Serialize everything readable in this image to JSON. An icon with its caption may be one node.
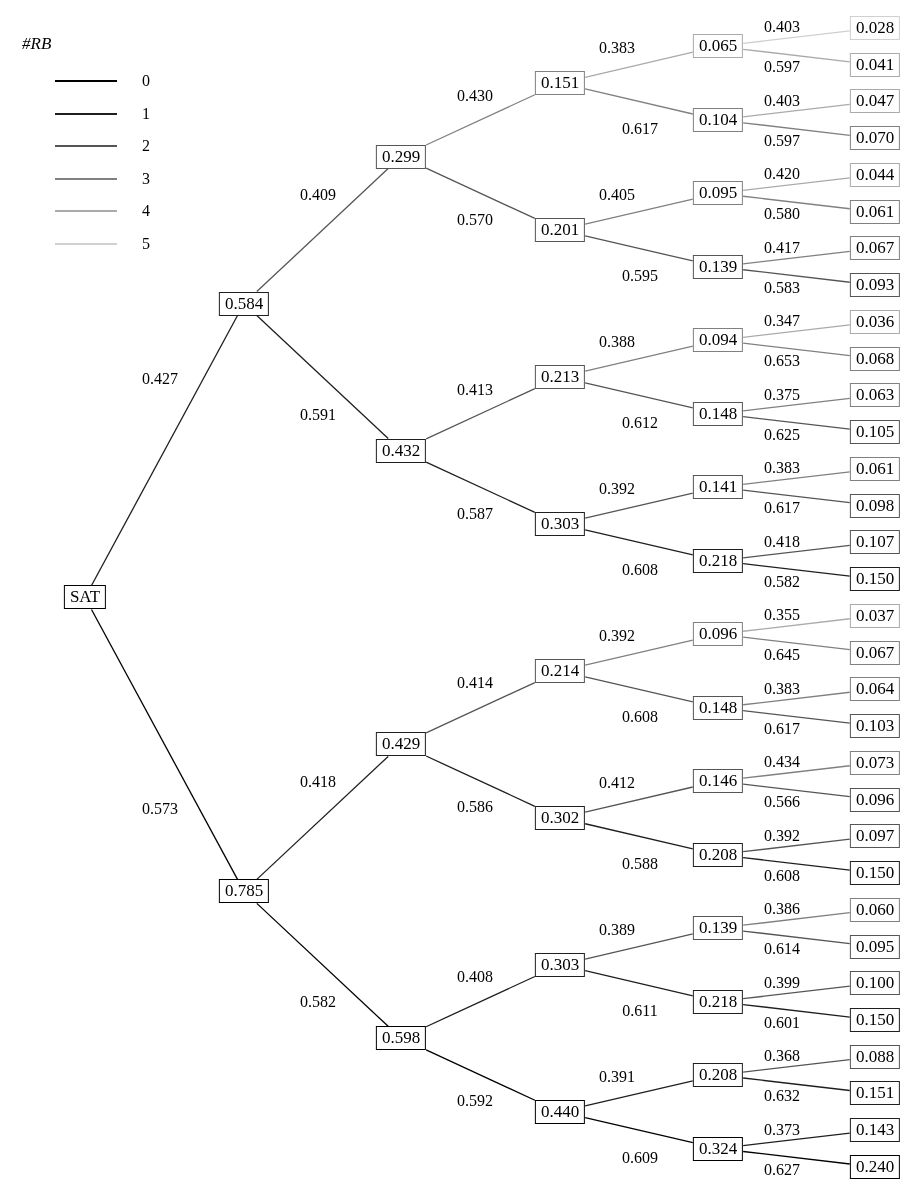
{
  "diagram": {
    "nodes": [
      {
        "text": [
          "SAT"
        ]
      },
      {
        "text": [
          "0.584"
        ]
      },
      {
        "text": [
          "0.785"
        ]
      },
      {
        "text": [
          "0.299"
        ]
      },
      {
        "text": [
          "0.432"
        ]
      },
      {
        "text": [
          "0.429"
        ]
      },
      {
        "text": [
          "0.598"
        ]
      },
      {
        "text": [
          "0.151"
        ]
      },
      {
        "text": [
          "0.201"
        ]
      },
      {
        "text": [
          "0.213"
        ]
      },
      {
        "text": [
          "0.303"
        ]
      },
      {
        "text": [
          "0.214"
        ]
      },
      {
        "text": [
          "0.302"
        ]
      },
      {
        "text": [
          "0.303"
        ]
      },
      {
        "text": [
          "0.440"
        ]
      },
      {
        "text": [
          "0.065"
        ]
      },
      {
        "text": [
          "0.104"
        ]
      },
      {
        "text": [
          "0.095"
        ]
      },
      {
        "text": [
          "0.139"
        ]
      },
      {
        "text": [
          "0.094"
        ]
      },
      {
        "text": [
          "0.148"
        ]
      },
      {
        "text": [
          "0.141"
        ]
      },
      {
        "text": [
          "0.218"
        ]
      },
      {
        "text": [
          "0.096"
        ]
      },
      {
        "text": [
          "0.148"
        ]
      },
      {
        "text": [
          "0.146"
        ]
      },
      {
        "text": [
          "0.208"
        ]
      },
      {
        "text": [
          "0.139"
        ]
      },
      {
        "text": [
          "0.218"
        ]
      },
      {
        "text": [
          "0.208"
        ]
      },
      {
        "text": [
          "0.324"
        ]
      },
      {
        "text": [
          "0.028"
        ]
      },
      {
        "text": [
          "0.041"
        ]
      },
      {
        "text": [
          "0.047"
        ]
      },
      {
        "text": [
          "0.070"
        ]
      },
      {
        "text": [
          "0.044"
        ]
      },
      {
        "text": [
          "0.061"
        ]
      },
      {
        "text": [
          "0.067"
        ]
      },
      {
        "text": [
          "0.093"
        ]
      },
      {
        "text": [
          "0.036"
        ]
      },
      {
        "text": [
          "0.068"
        ]
      },
      {
        "text": [
          "0.063"
        ]
      },
      {
        "text": [
          "0.105"
        ]
      },
      {
        "text": [
          "0.061"
        ]
      },
      {
        "text": [
          "0.098"
        ]
      },
      {
        "text": [
          "0.107"
        ]
      },
      {
        "text": [
          "0.150"
        ]
      },
      {
        "text": [
          "0.037"
        ]
      },
      {
        "text": [
          "0.067"
        ]
      },
      {
        "text": [
          "0.064"
        ]
      },
      {
        "text": [
          "0.103"
        ]
      },
      {
        "text": [
          "0.073"
        ]
      },
      {
        "text": [
          "0.096"
        ]
      },
      {
        "text": [
          "0.097"
        ]
      },
      {
        "text": [
          "0.150"
        ]
      },
      {
        "text": [
          "0.060"
        ]
      },
      {
        "text": [
          "0.095"
        ]
      },
      {
        "text": [
          "0.100"
        ]
      },
      {
        "text": [
          "0.150"
        ]
      },
      {
        "text": [
          "0.088"
        ]
      },
      {
        "text": [
          "0.151"
        ]
      },
      {
        "text": [
          "0.143"
        ]
      },
      {
        "text": [
          "0.240"
        ]
      }
    ],
    "edges": [
      {
        "from": 0,
        "to": 1,
        "arrow": "none",
        "label": "0.427",
        "color": "#1f1f1f"
      },
      {
        "from": 0,
        "to": 2,
        "arrow": "none",
        "label": "0.573",
        "color": "#000000"
      },
      {
        "from": 1,
        "to": 3,
        "arrow": "none",
        "label": "0.409"
      },
      {
        "from": 1,
        "to": 4,
        "arrow": "none",
        "label": "0.591",
        "color": "#1f1f1f"
      },
      {
        "from": 2,
        "to": 5,
        "arrow": "none",
        "label": "0.418",
        "color": "#1f1f1f"
      },
      {
        "from": 2,
        "to": 6,
        "arrow": "none",
        "label": "0.582",
        "color": "#000000"
      },
      {
        "from": 3,
        "to": 7,
        "arrow": "none",
        "label": "0.430",
        "color": "#808080"
      },
      {
        "from": 3,
        "to": 8,
        "arrow": "none",
        "label": "0.570"
      },
      {
        "from": 4,
        "to": 9,
        "arrow": "none",
        "label": "0.413"
      },
      {
        "from": 4,
        "to": 10,
        "arrow": "none",
        "label": "0.587",
        "color": "#1f1f1f"
      },
      {
        "from": 5,
        "to": 11,
        "arrow": "none",
        "label": "0.414"
      },
      {
        "from": 5,
        "to": 12,
        "arrow": "none",
        "label": "0.586",
        "color": "#1f1f1f"
      },
      {
        "from": 6,
        "to": 13,
        "arrow": "none",
        "label": "0.408",
        "color": "#1f1f1f"
      },
      {
        "from": 6,
        "to": 14,
        "arrow": "none",
        "label": "0.592",
        "color": "#000000"
      },
      {
        "from": 7,
        "to": 15,
        "arrow": "none",
        "label": "0.383",
        "color": "#aaaaaa"
      },
      {
        "from": 7,
        "to": 16,
        "arrow": "none",
        "label": "0.617",
        "color": "#808080"
      },
      {
        "from": 8,
        "to": 17,
        "arrow": "none",
        "label": "0.405",
        "color": "#808080"
      },
      {
        "from": 8,
        "to": 18,
        "arrow": "none",
        "label": "0.595"
      },
      {
        "from": 9,
        "to": 19,
        "arrow": "none",
        "label": "0.388",
        "color": "#808080"
      },
      {
        "from": 9,
        "to": 20,
        "arrow": "none",
        "label": "0.612"
      },
      {
        "from": 10,
        "to": 21,
        "arrow": "none",
        "label": "0.392"
      },
      {
        "from": 10,
        "to": 22,
        "arrow": "none",
        "label": "0.608",
        "color": "#1f1f1f"
      },
      {
        "from": 11,
        "to": 23,
        "arrow": "none",
        "label": "0.392",
        "color": "#808080"
      },
      {
        "from": 11,
        "to": 24,
        "arrow": "none",
        "label": "0.608"
      },
      {
        "from": 12,
        "to": 25,
        "arrow": "none",
        "label": "0.412"
      },
      {
        "from": 12,
        "to": 26,
        "arrow": "none",
        "label": "0.588",
        "color": "#1f1f1f"
      },
      {
        "from": 13,
        "to": 27,
        "arrow": "none",
        "label": "0.389"
      },
      {
        "from": 13,
        "to": 28,
        "arrow": "none",
        "label": "0.611",
        "color": "#1f1f1f"
      },
      {
        "from": 14,
        "to": 29,
        "arrow": "none",
        "label": "0.391",
        "color": "#1f1f1f"
      },
      {
        "from": 14,
        "to": 30,
        "arrow": "none",
        "label": "0.609",
        "color": "#000000"
      },
      {
        "from": 15,
        "to": 31,
        "arrow": "none",
        "label": "0.403",
        "color": "#d0d0d0"
      },
      {
        "from": 15,
        "to": 32,
        "arrow": "none",
        "label": "0.597",
        "color": "#aaaaaa"
      },
      {
        "from": 16,
        "to": 33,
        "arrow": "none",
        "label": "0.403",
        "color": "#aaaaaa"
      },
      {
        "from": 16,
        "to": 34,
        "arrow": "none",
        "label": "0.597",
        "color": "#808080"
      },
      {
        "from": 17,
        "to": 35,
        "arrow": "none",
        "label": "0.420",
        "color": "#aaaaaa"
      },
      {
        "from": 17,
        "to": 36,
        "arrow": "none",
        "label": "0.580",
        "color": "#808080"
      },
      {
        "from": 18,
        "to": 37,
        "arrow": "none",
        "label": "0.417",
        "color": "#808080"
      },
      {
        "from": 18,
        "to": 38,
        "arrow": "none",
        "label": "0.583"
      },
      {
        "from": 19,
        "to": 39,
        "arrow": "none",
        "label": "0.347",
        "color": "#aaaaaa"
      },
      {
        "from": 19,
        "to": 40,
        "arrow": "none",
        "label": "0.653",
        "color": "#808080"
      },
      {
        "from": 20,
        "to": 41,
        "arrow": "none",
        "label": "0.375",
        "color": "#808080"
      },
      {
        "from": 20,
        "to": 42,
        "arrow": "none",
        "label": "0.625"
      },
      {
        "from": 21,
        "to": 43,
        "arrow": "none",
        "label": "0.383",
        "color": "#808080"
      },
      {
        "from": 21,
        "to": 44,
        "arrow": "none",
        "label": "0.617"
      },
      {
        "from": 22,
        "to": 45,
        "arrow": "none",
        "label": "0.418"
      },
      {
        "from": 22,
        "to": 46,
        "arrow": "none",
        "label": "0.582",
        "color": "#1f1f1f"
      },
      {
        "from": 23,
        "to": 47,
        "arrow": "none",
        "label": "0.355",
        "color": "#aaaaaa"
      },
      {
        "from": 23,
        "to": 48,
        "arrow": "none",
        "label": "0.645",
        "color": "#808080"
      },
      {
        "from": 24,
        "to": 49,
        "arrow": "none",
        "label": "0.383",
        "color": "#808080"
      },
      {
        "from": 24,
        "to": 50,
        "arrow": "none",
        "label": "0.617"
      },
      {
        "from": 25,
        "to": 51,
        "arrow": "none",
        "label": "0.434",
        "color": "#808080"
      },
      {
        "from": 25,
        "to": 52,
        "arrow": "none",
        "label": "0.566"
      },
      {
        "from": 26,
        "to": 53,
        "arrow": "none",
        "label": "0.392"
      },
      {
        "from": 26,
        "to": 54,
        "arrow": "none",
        "label": "0.608",
        "color": "#1f1f1f"
      },
      {
        "from": 27,
        "to": 55,
        "arrow": "none",
        "label": "0.386",
        "color": "#808080"
      },
      {
        "from": 27,
        "to": 56,
        "arrow": "none",
        "label": "0.614"
      },
      {
        "from": 28,
        "to": 57,
        "arrow": "none",
        "label": "0.399"
      },
      {
        "from": 28,
        "to": 58,
        "arrow": "none",
        "label": "0.601",
        "color": "#1f1f1f"
      },
      {
        "from": 29,
        "to": 59,
        "arrow": "none",
        "label": "0.368"
      },
      {
        "from": 29,
        "to": 60,
        "arrow": "none",
        "label": "0.632",
        "color": "#1f1f1f"
      },
      {
        "from": 30,
        "to": 61,
        "arrow": "none",
        "label": "0.373",
        "color": "#1f1f1f"
      },
      {
        "from": 30,
        "to": 62,
        "arrow": "none",
        "label": "0.627",
        "color": "#000000"
      }
    ],
    "labels": [
      "#RB"
    ],
    "legend": [
      {
        "text": "0",
        "color": "#000000"
      },
      {
        "text": "1",
        "color": "#1f1f1f"
      },
      {
        "text": "2",
        "color": "#555555"
      },
      {
        "text": "3",
        "color": "#808080"
      },
      {
        "text": "4",
        "color": "#aaaaaa"
      },
      {
        "text": "5",
        "color": "#d0d0d0"
      }
    ]
  }
}
